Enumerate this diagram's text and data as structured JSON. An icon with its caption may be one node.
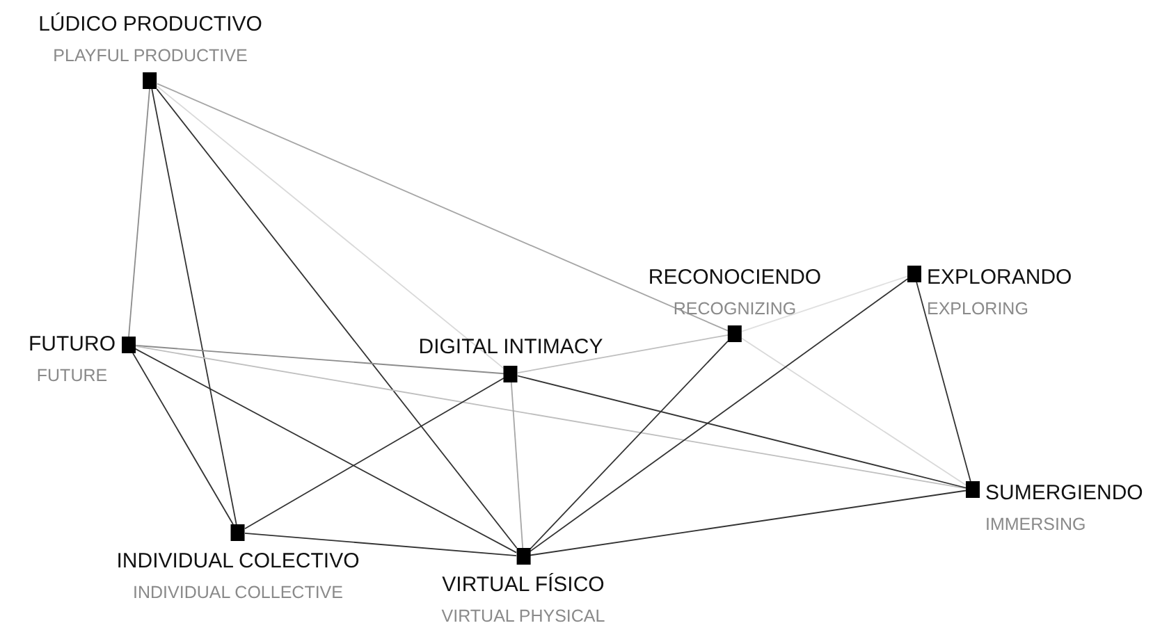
{
  "diagram": {
    "nodes": [
      {
        "text": [
          "LÚDICO PRODUCTIVO",
          "PLAYFUL PRODUCTIVE"
        ]
      },
      {
        "text": [
          "FUTURO",
          "FUTURE"
        ]
      },
      {
        "text": [
          "DIGITAL INTIMACY"
        ]
      },
      {
        "text": [
          "RECONOCIENDO",
          "RECOGNIZING"
        ]
      },
      {
        "text": [
          "EXPLORANDO",
          "EXPLORING"
        ]
      },
      {
        "text": [
          "INDIVIDUAL COLECTIVO",
          "INDIVIDUAL COLLECTIVE"
        ]
      },
      {
        "text": [
          "VIRTUAL FÍSICO",
          "VIRTUAL PHYSICAL"
        ]
      },
      {
        "text": [
          "SUMERGIENDO",
          "IMMERSING"
        ]
      }
    ],
    "edges": [
      {
        "from": 0,
        "to": 1,
        "arrow": "none",
        "color": "#8c8c8c"
      },
      {
        "from": 0,
        "to": 5,
        "arrow": "none"
      },
      {
        "from": 0,
        "to": 6,
        "arrow": "none"
      },
      {
        "from": 0,
        "to": 2,
        "arrow": "none",
        "color": "#d9d9d9"
      },
      {
        "from": 0,
        "to": 3,
        "arrow": "none",
        "color": "#a6a6a6"
      },
      {
        "from": 1,
        "to": 2,
        "arrow": "none",
        "color": "#8c8c8c"
      },
      {
        "from": 1,
        "to": 7,
        "arrow": "none",
        "color": "#bfbfbf"
      },
      {
        "from": 1,
        "to": 5,
        "arrow": "none"
      },
      {
        "from": 1,
        "to": 6,
        "arrow": "none"
      },
      {
        "from": 2,
        "to": 3,
        "arrow": "none",
        "color": "#bfbfbf"
      },
      {
        "from": 2,
        "to": 5,
        "arrow": "none"
      },
      {
        "from": 2,
        "to": 6,
        "arrow": "none",
        "color": "#a6a6a6"
      },
      {
        "from": 2,
        "to": 7,
        "arrow": "none"
      },
      {
        "from": 3,
        "to": 4,
        "arrow": "none",
        "color": "#e0e0e0"
      },
      {
        "from": 3,
        "to": 6,
        "arrow": "none"
      },
      {
        "from": 3,
        "to": 7,
        "arrow": "none",
        "color": "#d9d9d9"
      },
      {
        "from": 4,
        "to": 6,
        "arrow": "none"
      },
      {
        "from": 4,
        "to": 7,
        "arrow": "none"
      },
      {
        "from": 5,
        "to": 6,
        "arrow": "none"
      },
      {
        "from": 6,
        "to": 7,
        "arrow": "none"
      }
    ]
  }
}
